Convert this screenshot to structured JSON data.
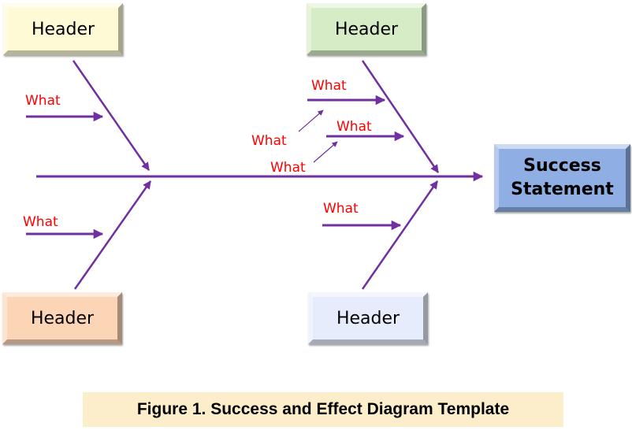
{
  "diagram": {
    "type": "fishbone",
    "line_color": "#7030a0",
    "label_color": "#ff0000",
    "headers": [
      {
        "id": "top-left",
        "label": "Header",
        "color": "#fdfad5"
      },
      {
        "id": "top-middle",
        "label": "Header",
        "color": "#d5ecc6"
      },
      {
        "id": "bottom-left",
        "label": "Header",
        "color": "#fcd5b7"
      },
      {
        "id": "bottom-middle",
        "label": "Header",
        "color": "#e6ecfb"
      }
    ],
    "effect": {
      "line1": "Success",
      "line2": "Statement",
      "color": "#8eaee4"
    },
    "causes": [
      {
        "label": "What"
      },
      {
        "label": "What"
      },
      {
        "label": "What"
      },
      {
        "label": "What"
      },
      {
        "label": "What"
      },
      {
        "label": "What"
      },
      {
        "label": "What"
      }
    ]
  },
  "caption": "Figure 1. Success and Effect Diagram Template"
}
